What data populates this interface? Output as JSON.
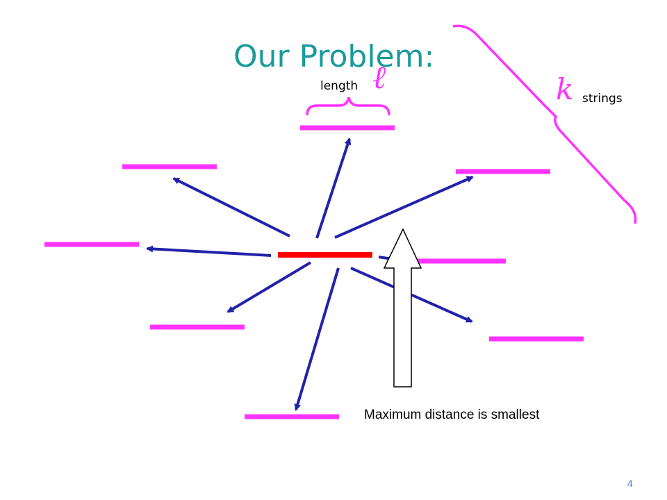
{
  "slide": {
    "title": "Our Problem:",
    "length_label": "length",
    "length_symbol": "ℓ",
    "k_symbol": "k",
    "k_label": "strings",
    "caption": "Maximum distance is smallest",
    "page_number": "4"
  },
  "colors": {
    "title": "#1a9a9a",
    "string_segment": "#ff33ff",
    "center_segment": "#ff0000",
    "arrow": "#2222aa",
    "brace": "#ff33ff",
    "page_number": "#4a6fc2"
  }
}
